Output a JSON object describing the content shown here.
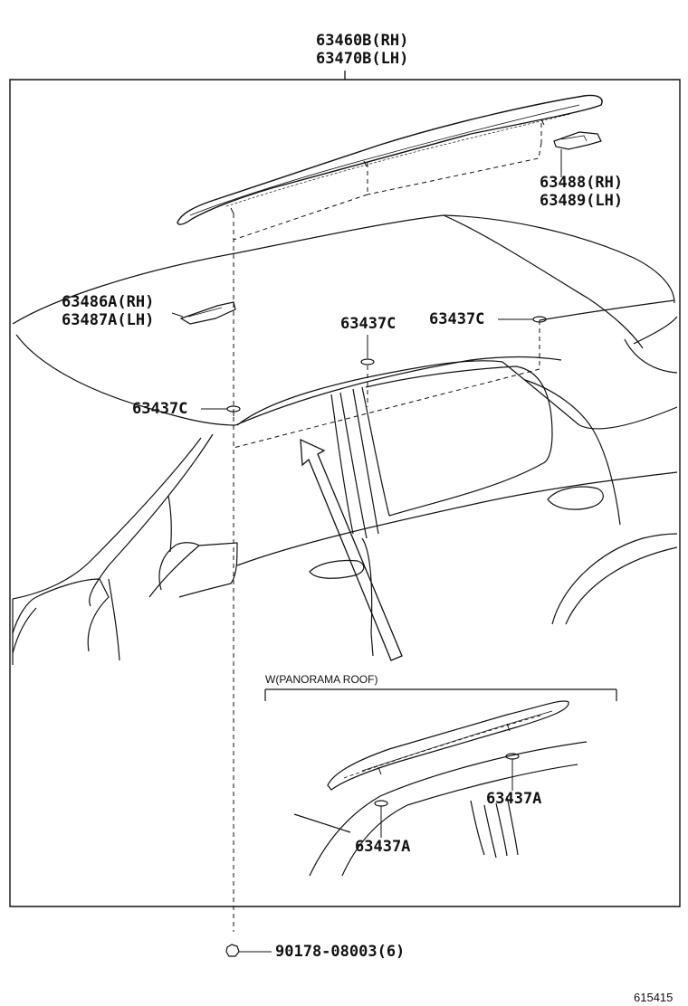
{
  "parts": {
    "roof_rack_rh": "63460B(RH)",
    "roof_rack_lh": "63470B(LH)",
    "end_cover_rear_rh": "63488(RH)",
    "end_cover_rear_lh": "63489(LH)",
    "end_cover_front_rh": "63486A(RH)",
    "end_cover_front_lh": "63487A(LH)",
    "clip_c_top": "63437C",
    "clip_c_right": "63437C",
    "clip_c_left": "63437C",
    "clip_a_right": "63437A",
    "clip_a_left": "63437A",
    "nut": "90178-08003(6)"
  },
  "inset": {
    "title": "W(PANORAMA ROOF)"
  },
  "figure_number": "615415"
}
